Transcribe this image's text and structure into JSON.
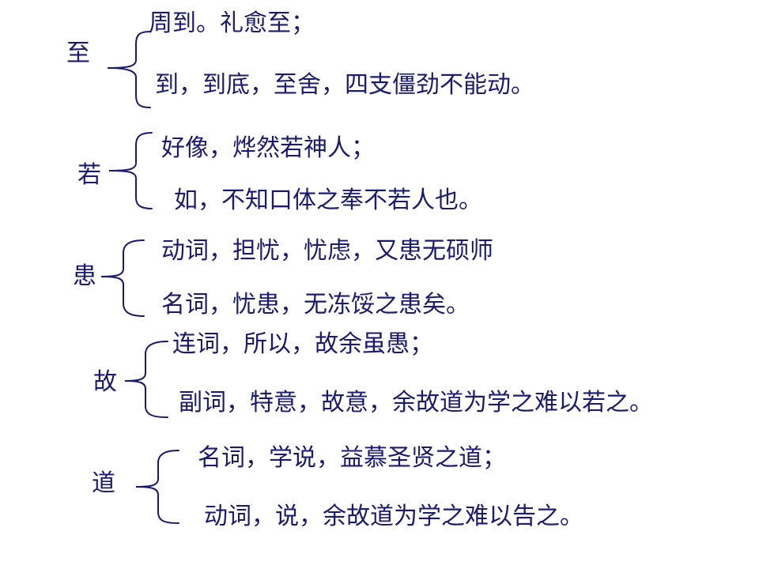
{
  "groups": [
    {
      "head": "至",
      "lines": [
        "周到。礼愈至；",
        "到，到底，至舍，四支僵劲不能动。"
      ]
    },
    {
      "head": "若",
      "lines": [
        "好像，烨然若神人；",
        "如，不知口体之奉不若人也。"
      ]
    },
    {
      "head": "患",
      "lines": [
        "动词，担忧，忧虑，又患无硕师",
        "名词，忧患，无冻馁之患矣。"
      ]
    },
    {
      "head": "故",
      "lines": [
        "连词，所以，故余虽愚；",
        "副词，特意，故意，余故道为学之难以若之。"
      ]
    },
    {
      "head": "道",
      "lines": [
        "名词，学说，益慕圣贤之道；",
        "动词，说，余故道为学之难以告之。"
      ]
    }
  ]
}
